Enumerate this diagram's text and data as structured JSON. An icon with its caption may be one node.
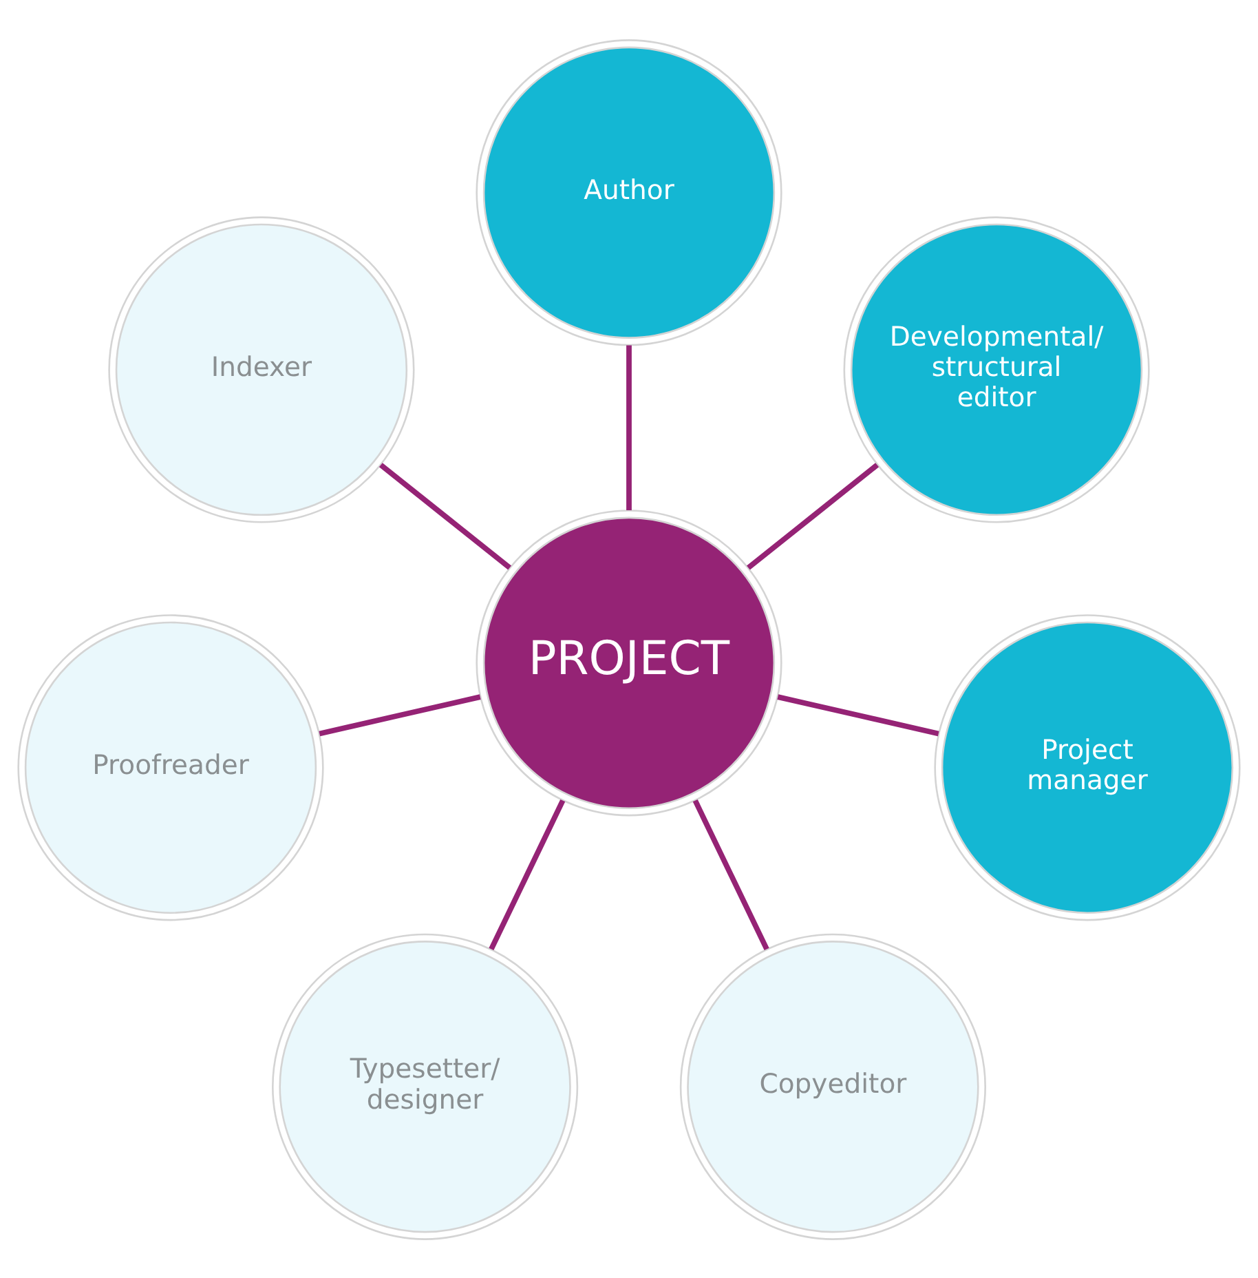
{
  "diagram": {
    "nodes": [
      {
        "text": [
          "Author"
        ]
      },
      {
        "text": [
          "Indexer"
        ]
      },
      {
        "text": [
          "Developmental/ structural editor"
        ]
      },
      {
        "text": [
          "PROJECT"
        ]
      },
      {
        "text": [
          "Proofreader"
        ]
      },
      {
        "text": [
          "Project manager"
        ]
      },
      {
        "text": [
          "Typesetter/ designer"
        ]
      },
      {
        "text": [
          "Copyeditor"
        ]
      }
    ],
    "edges": [
      {
        "from": 3,
        "to": 0,
        "arrow": "none"
      },
      {
        "from": 3,
        "to": 2,
        "arrow": "none"
      },
      {
        "from": 3,
        "to": 5,
        "arrow": "none"
      },
      {
        "from": 3,
        "to": 7,
        "arrow": "none"
      },
      {
        "from": 3,
        "to": 6,
        "arrow": "none"
      },
      {
        "from": 3,
        "to": 4,
        "arrow": "none"
      },
      {
        "from": 3,
        "to": 1,
        "arrow": "none"
      }
    ]
  }
}
